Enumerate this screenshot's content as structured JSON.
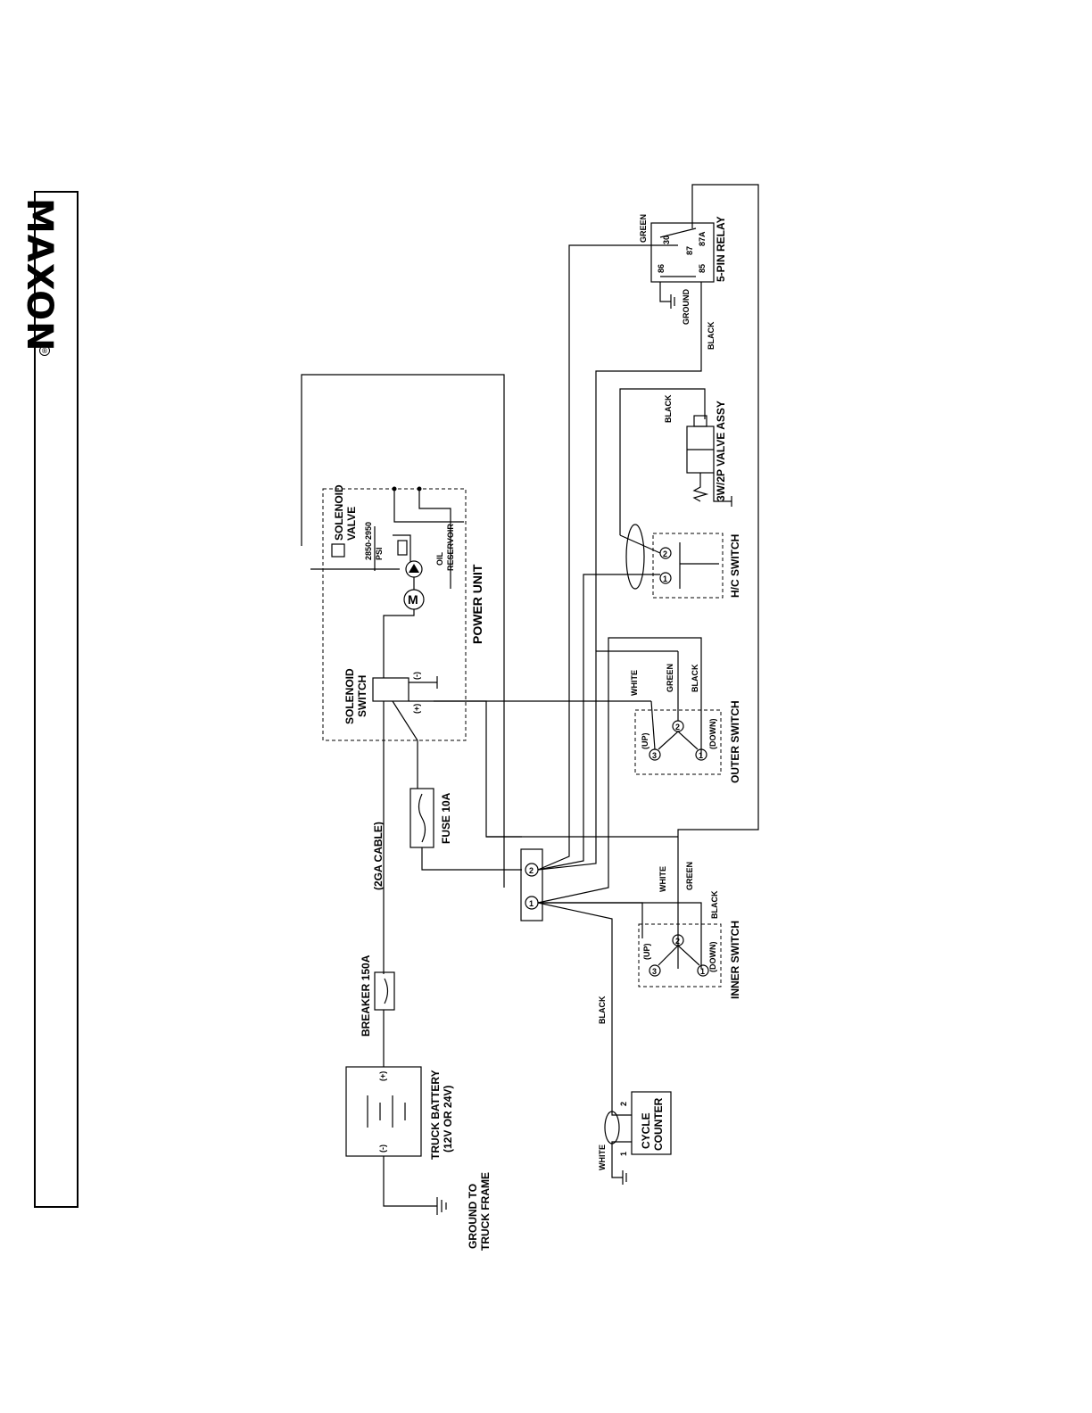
{
  "brand": {
    "logo_text": "MAXON",
    "registered_mark": "®"
  },
  "components": {
    "solenoid_valve": [
      "SOLENOID",
      "VALVE"
    ],
    "pressure": [
      "2850-2950",
      "PSI"
    ],
    "oil_reservoir": [
      "OIL",
      "RESERVOIR"
    ],
    "power_unit": "POWER UNIT",
    "motor": "M",
    "solenoid_switch": [
      "SOLENOID",
      "SWITCH"
    ],
    "fuse": "FUSE 10A",
    "cable": "(2GA CABLE)",
    "breaker": "BREAKER 150A",
    "battery": [
      "TRUCK BATTERY",
      "(12V OR  24V)"
    ],
    "ground": [
      "GROUND TO",
      "TRUCK FRAME"
    ],
    "relay": "5-PIN RELAY",
    "relay_pins": {
      "p30": "30",
      "p87": "87",
      "p87a": "87A",
      "p86": "86",
      "p85": "85"
    },
    "relay_ground": "GROUND",
    "valve_assy": "3W/2P VALVE ASSY",
    "hc_switch": "H/C SWITCH",
    "outer_switch": "OUTER SWITCH",
    "inner_switch": "INNER SWITCH",
    "cycle_counter": [
      "CYCLE",
      "COUNTER"
    ],
    "switch_up": "(UP)",
    "switch_down": "(DOWN)",
    "plus": "(+)",
    "minus": "(-)"
  },
  "wires": {
    "green": "GREEN",
    "black": "BLACK",
    "white": "WHITE"
  },
  "pins": {
    "one": "1",
    "two": "2",
    "three": "3"
  }
}
